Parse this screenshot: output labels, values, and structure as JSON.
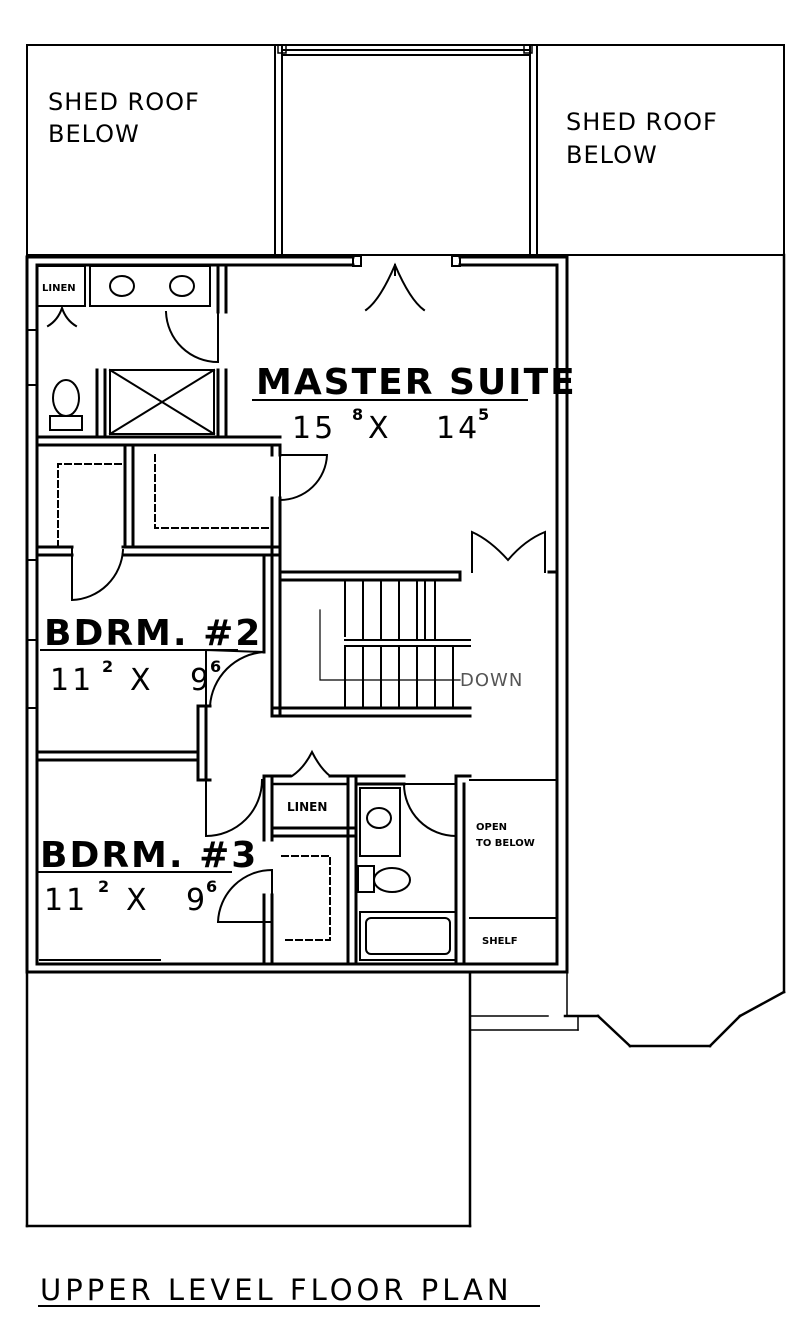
{
  "title": "UPPER LEVEL FLOOR PLAN",
  "notes": {
    "shed_roof_left": [
      "SHED ROOF",
      "BELOW"
    ],
    "shed_roof_right": [
      "SHED ROOF",
      "BELOW"
    ]
  },
  "rooms": {
    "master_suite": {
      "name": "MASTER SUITE",
      "w": "15",
      "w_sup": "8",
      "x": "X",
      "d": "14",
      "d_sup": "5"
    },
    "bedroom_2": {
      "name": "BDRM. #2",
      "w": "11",
      "w_sup": "2",
      "x": "X",
      "d": "9",
      "d_sup": "6"
    },
    "bedroom_3": {
      "name": "BDRM. #3",
      "w": "11",
      "w_sup": "2",
      "x": "X",
      "d": "9",
      "d_sup": "6"
    }
  },
  "labels": {
    "linen_top": "LINEN",
    "linen_hall": "LINEN",
    "open_to_below": [
      "OPEN",
      "TO BELOW"
    ],
    "shelf": "SHELF",
    "stairs_down": "DOWN"
  },
  "colors": {
    "line": "#000000",
    "background": "#ffffff"
  }
}
